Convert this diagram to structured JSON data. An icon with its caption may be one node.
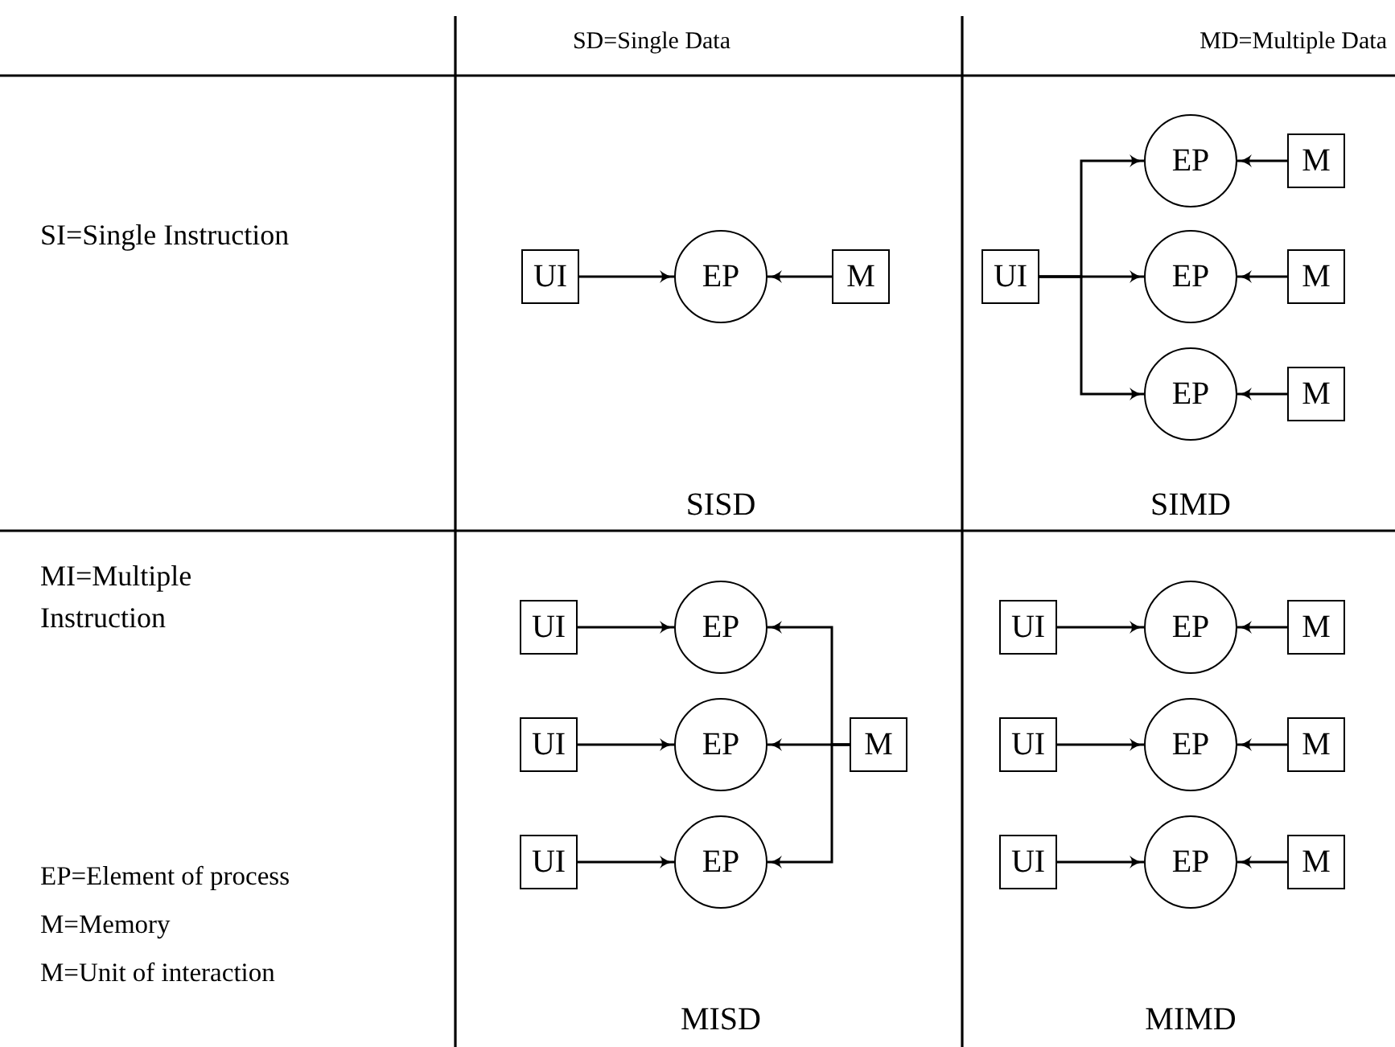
{
  "diagram": {
    "nodes": [
      {
        "text": [
          "UI"
        ]
      },
      {
        "text": [
          "EP"
        ]
      },
      {
        "text": [
          "M"
        ]
      },
      {
        "text": [
          "EP"
        ]
      },
      {
        "text": [
          "M"
        ]
      },
      {
        "text": [
          "UI"
        ]
      },
      {
        "text": [
          "EP"
        ]
      },
      {
        "text": [
          "M"
        ]
      },
      {
        "text": [
          "EP"
        ]
      },
      {
        "text": [
          "M"
        ]
      },
      {
        "text": [
          "UI"
        ]
      },
      {
        "text": [
          "EP"
        ]
      },
      {
        "text": [
          "UI"
        ]
      },
      {
        "text": [
          "EP"
        ]
      },
      {
        "text": [
          "M"
        ]
      },
      {
        "text": [
          "UI"
        ]
      },
      {
        "text": [
          "EP"
        ]
      },
      {
        "text": [
          "UI"
        ]
      },
      {
        "text": [
          "EP"
        ]
      },
      {
        "text": [
          "M"
        ]
      },
      {
        "text": [
          "UI"
        ]
      },
      {
        "text": [
          "EP"
        ]
      },
      {
        "text": [
          "M"
        ]
      },
      {
        "text": [
          "UI"
        ]
      },
      {
        "text": [
          "EP"
        ]
      },
      {
        "text": [
          "M"
        ]
      }
    ],
    "edges": [
      {
        "from": 0,
        "to": 1,
        "arrow": "to"
      },
      {
        "from": 2,
        "to": 1,
        "arrow": "to"
      },
      {
        "from": 5,
        "to": 3,
        "arrow": "to"
      },
      {
        "from": 5,
        "to": 6,
        "arrow": "to"
      },
      {
        "from": 5,
        "to": 8,
        "arrow": "to"
      },
      {
        "from": 4,
        "to": 3,
        "arrow": "to"
      },
      {
        "from": 7,
        "to": 6,
        "arrow": "to"
      },
      {
        "from": 9,
        "to": 8,
        "arrow": "to"
      },
      {
        "from": 10,
        "to": 11,
        "arrow": "to"
      },
      {
        "from": 12,
        "to": 13,
        "arrow": "to"
      },
      {
        "from": 15,
        "to": 16,
        "arrow": "to"
      },
      {
        "from": 14,
        "to": 11,
        "arrow": "to"
      },
      {
        "from": 14,
        "to": 13,
        "arrow": "to"
      },
      {
        "from": 14,
        "to": 16,
        "arrow": "to"
      },
      {
        "from": 17,
        "to": 18,
        "arrow": "to"
      },
      {
        "from": 19,
        "to": 18,
        "arrow": "to"
      },
      {
        "from": 20,
        "to": 21,
        "arrow": "to"
      },
      {
        "from": 22,
        "to": 21,
        "arrow": "to"
      },
      {
        "from": 23,
        "to": 24,
        "arrow": "to"
      },
      {
        "from": 25,
        "to": 24,
        "arrow": "to"
      }
    ],
    "labels": [
      "SD=Single Data",
      "MD=Multiple Data",
      "SI=Single Instruction",
      "SISD",
      "SIMD",
      "MI=Multiple Instruction",
      "EP=Element of process",
      "M=Memory",
      "M=Unit of interaction",
      "MISD",
      "MIMD"
    ]
  }
}
